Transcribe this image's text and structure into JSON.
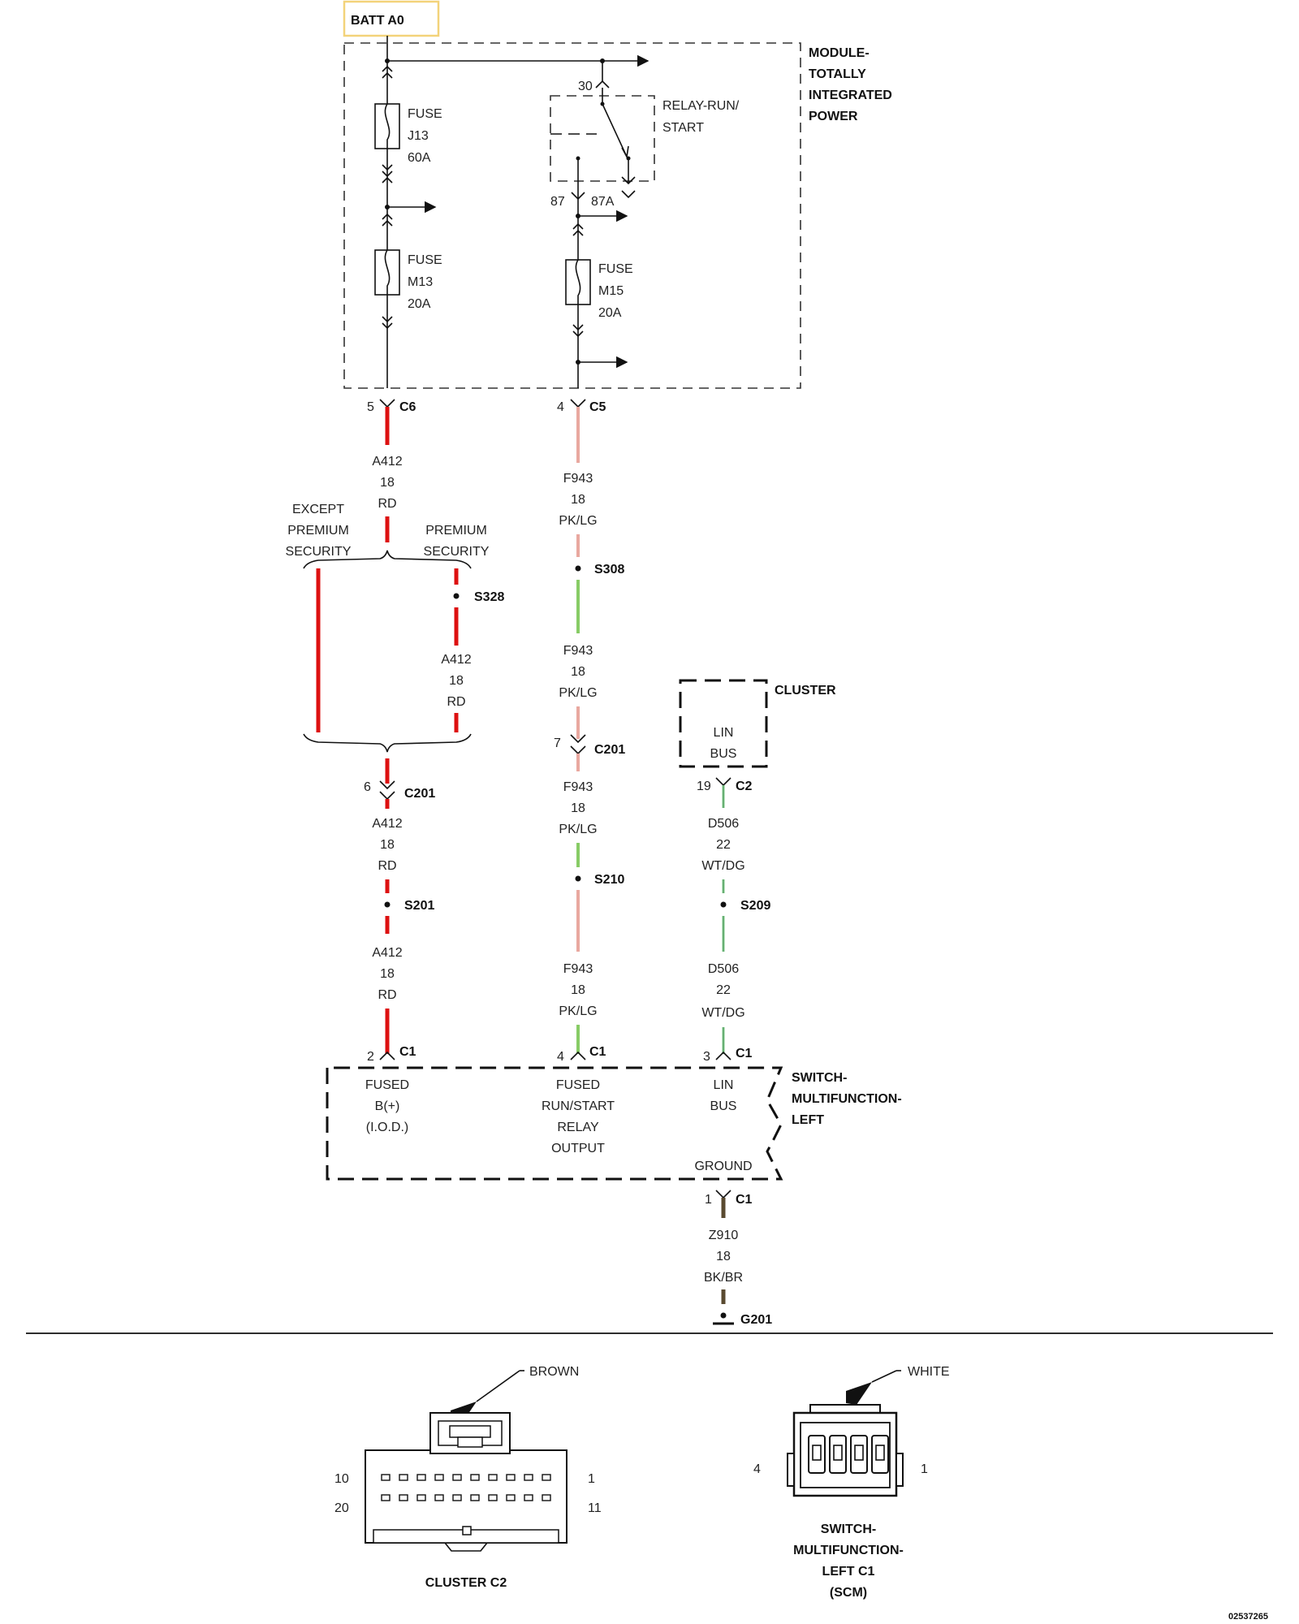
{
  "source": {
    "label": "BATT A0"
  },
  "module_tipm": {
    "name": [
      "MODULE-",
      "TOTALLY",
      "INTEGRATED",
      "POWER"
    ]
  },
  "fuses": {
    "j13": [
      "FUSE",
      "J13",
      "60A"
    ],
    "m13": [
      "FUSE",
      "M13",
      "20A"
    ],
    "m15": [
      "FUSE",
      "M15",
      "20A"
    ]
  },
  "relay": {
    "name": [
      "RELAY-RUN/",
      "START"
    ],
    "pin_30": "30",
    "pin_87": "87",
    "pin_87a": "87A"
  },
  "connectors": {
    "c6": {
      "pin": "5",
      "name": "C6"
    },
    "c5": {
      "pin": "4",
      "name": "C5"
    },
    "c201_a": {
      "pin": "6",
      "name": "C201"
    },
    "c201_b": {
      "pin": "7",
      "name": "C201"
    },
    "c2": {
      "pin": "19",
      "name": "C2"
    },
    "c1_a": {
      "pin": "2",
      "name": "C1"
    },
    "c1_b": {
      "pin": "4",
      "name": "C1"
    },
    "c1_c": {
      "pin": "3",
      "name": "C1"
    },
    "c1_gnd": {
      "pin": "1",
      "name": "C1"
    }
  },
  "wires": {
    "a412": [
      "A412",
      "18",
      "RD"
    ],
    "f943": [
      "F943",
      "18",
      "PK/LG"
    ],
    "d506": [
      "D506",
      "22",
      "WT/DG"
    ],
    "z910": [
      "Z910",
      "18",
      "BK/BR"
    ]
  },
  "options": {
    "except": [
      "EXCEPT",
      "PREMIUM",
      "SECURITY"
    ],
    "premium": [
      "PREMIUM",
      "SECURITY"
    ]
  },
  "splices": {
    "s328": "S328",
    "s308": "S308",
    "s201": "S201",
    "s210": "S210",
    "s209": "S209"
  },
  "cluster": {
    "name": "CLUSTER",
    "pin_label": [
      "LIN",
      "BUS"
    ]
  },
  "switch_module": {
    "name": [
      "SWITCH-",
      "MULTIFUNCTION-",
      "LEFT"
    ],
    "pins": {
      "fused_b": [
        "FUSED",
        "B(+)",
        "(I.O.D.)"
      ],
      "fused_run": [
        "FUSED",
        "RUN/START",
        "RELAY",
        "OUTPUT"
      ],
      "lin_bus": [
        "LIN",
        "BUS"
      ],
      "ground": "GROUND"
    }
  },
  "ground": {
    "name": "G201"
  },
  "connector_views": {
    "cluster_c2": {
      "color": "BROWN",
      "title": "CLUSTER C2",
      "pins": {
        "tl": "10",
        "tr": "1",
        "bl": "20",
        "br": "11"
      }
    },
    "switch_c1": {
      "color": "WHITE",
      "title": [
        "SWITCH-",
        "MULTIFUNCTION-",
        "LEFT C1",
        "(SCM)"
      ],
      "pins": {
        "left": "4",
        "right": "1"
      }
    }
  },
  "figure_id": "02537265",
  "colors": {
    "highlight_border": "#f3d37a",
    "red_wire": "#dd1111",
    "pink": "#e9a8a0",
    "light_green": "#88cc66",
    "dark_green": "#4a9a5a",
    "black_brown": "#5a4a30"
  }
}
